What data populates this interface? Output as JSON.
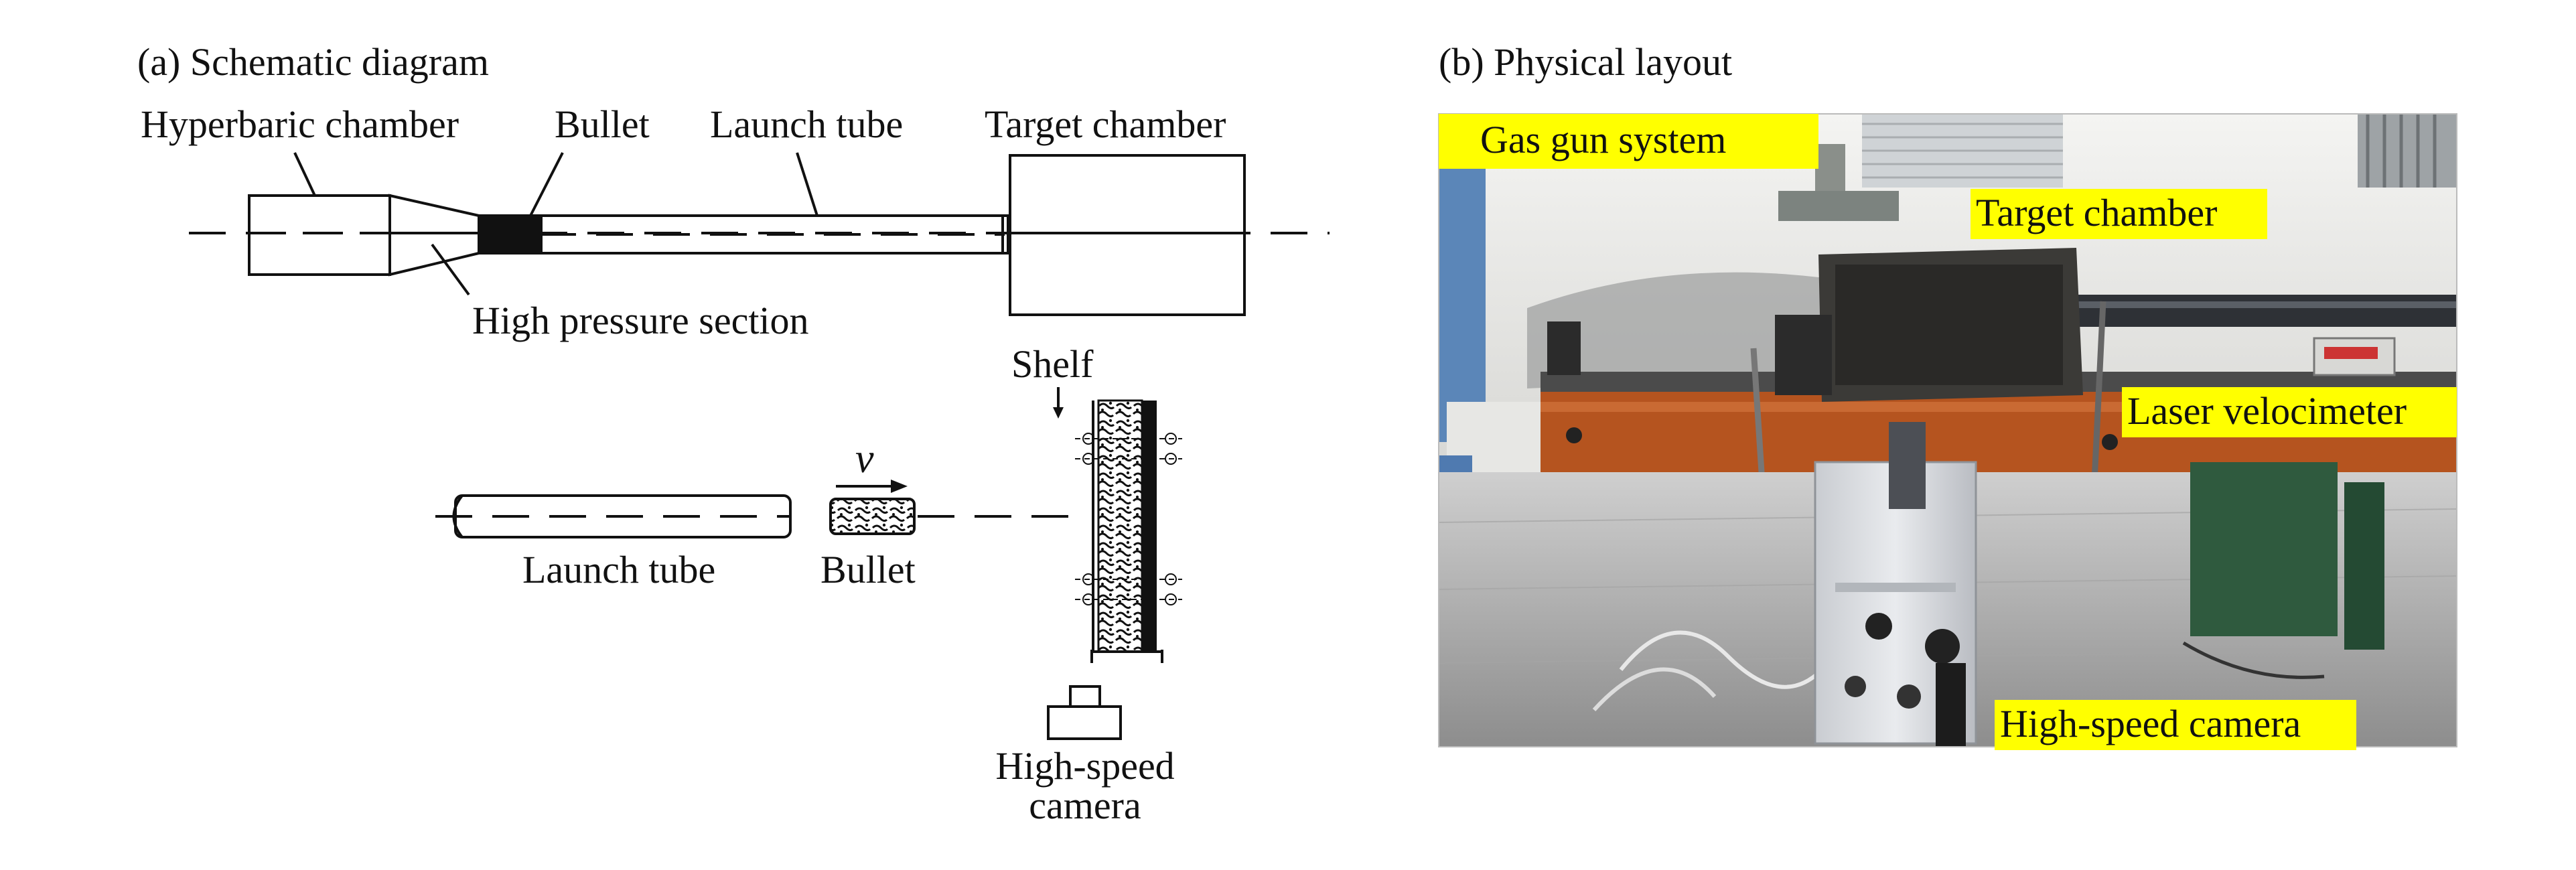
{
  "panel_a": {
    "title": "(a) Schematic diagram",
    "labels": {
      "hyperbaric_chamber": "Hyperbaric chamber",
      "bullet_top": "Bullet",
      "launch_tube_top": "Launch tube",
      "target_chamber": "Target chamber",
      "high_pressure_section": "High pressure section",
      "shelf": "Shelf",
      "velocity": "v",
      "launch_tube_bottom": "Launch tube",
      "bullet_bottom": "Bullet",
      "camera_line1": "High-speed",
      "camera_line2": "camera"
    }
  },
  "panel_b": {
    "title": "(b) Physical layout",
    "tags": {
      "gas_gun_system": "Gas gun system",
      "target_chamber": "Target chamber",
      "laser_velocimeter": "Laser velocimeter",
      "high_speed_camera": "High-speed camera"
    },
    "colors": {
      "tag_bg": "#ffff00"
    }
  }
}
